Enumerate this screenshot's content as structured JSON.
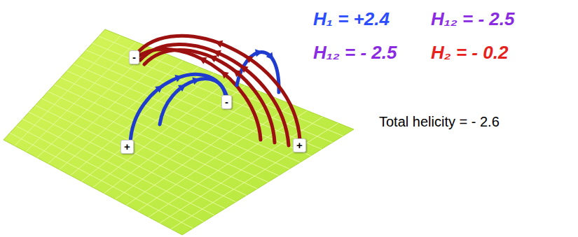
{
  "diagram": {
    "labels": [
      "H₁ = +2.4",
      "H₁₂ = - 2.5",
      "H₁₂ = - 2.5",
      "H₂ = - 0.2",
      "Total helicity = - 2.6",
      "-",
      "-",
      "+",
      "+"
    ]
  }
}
